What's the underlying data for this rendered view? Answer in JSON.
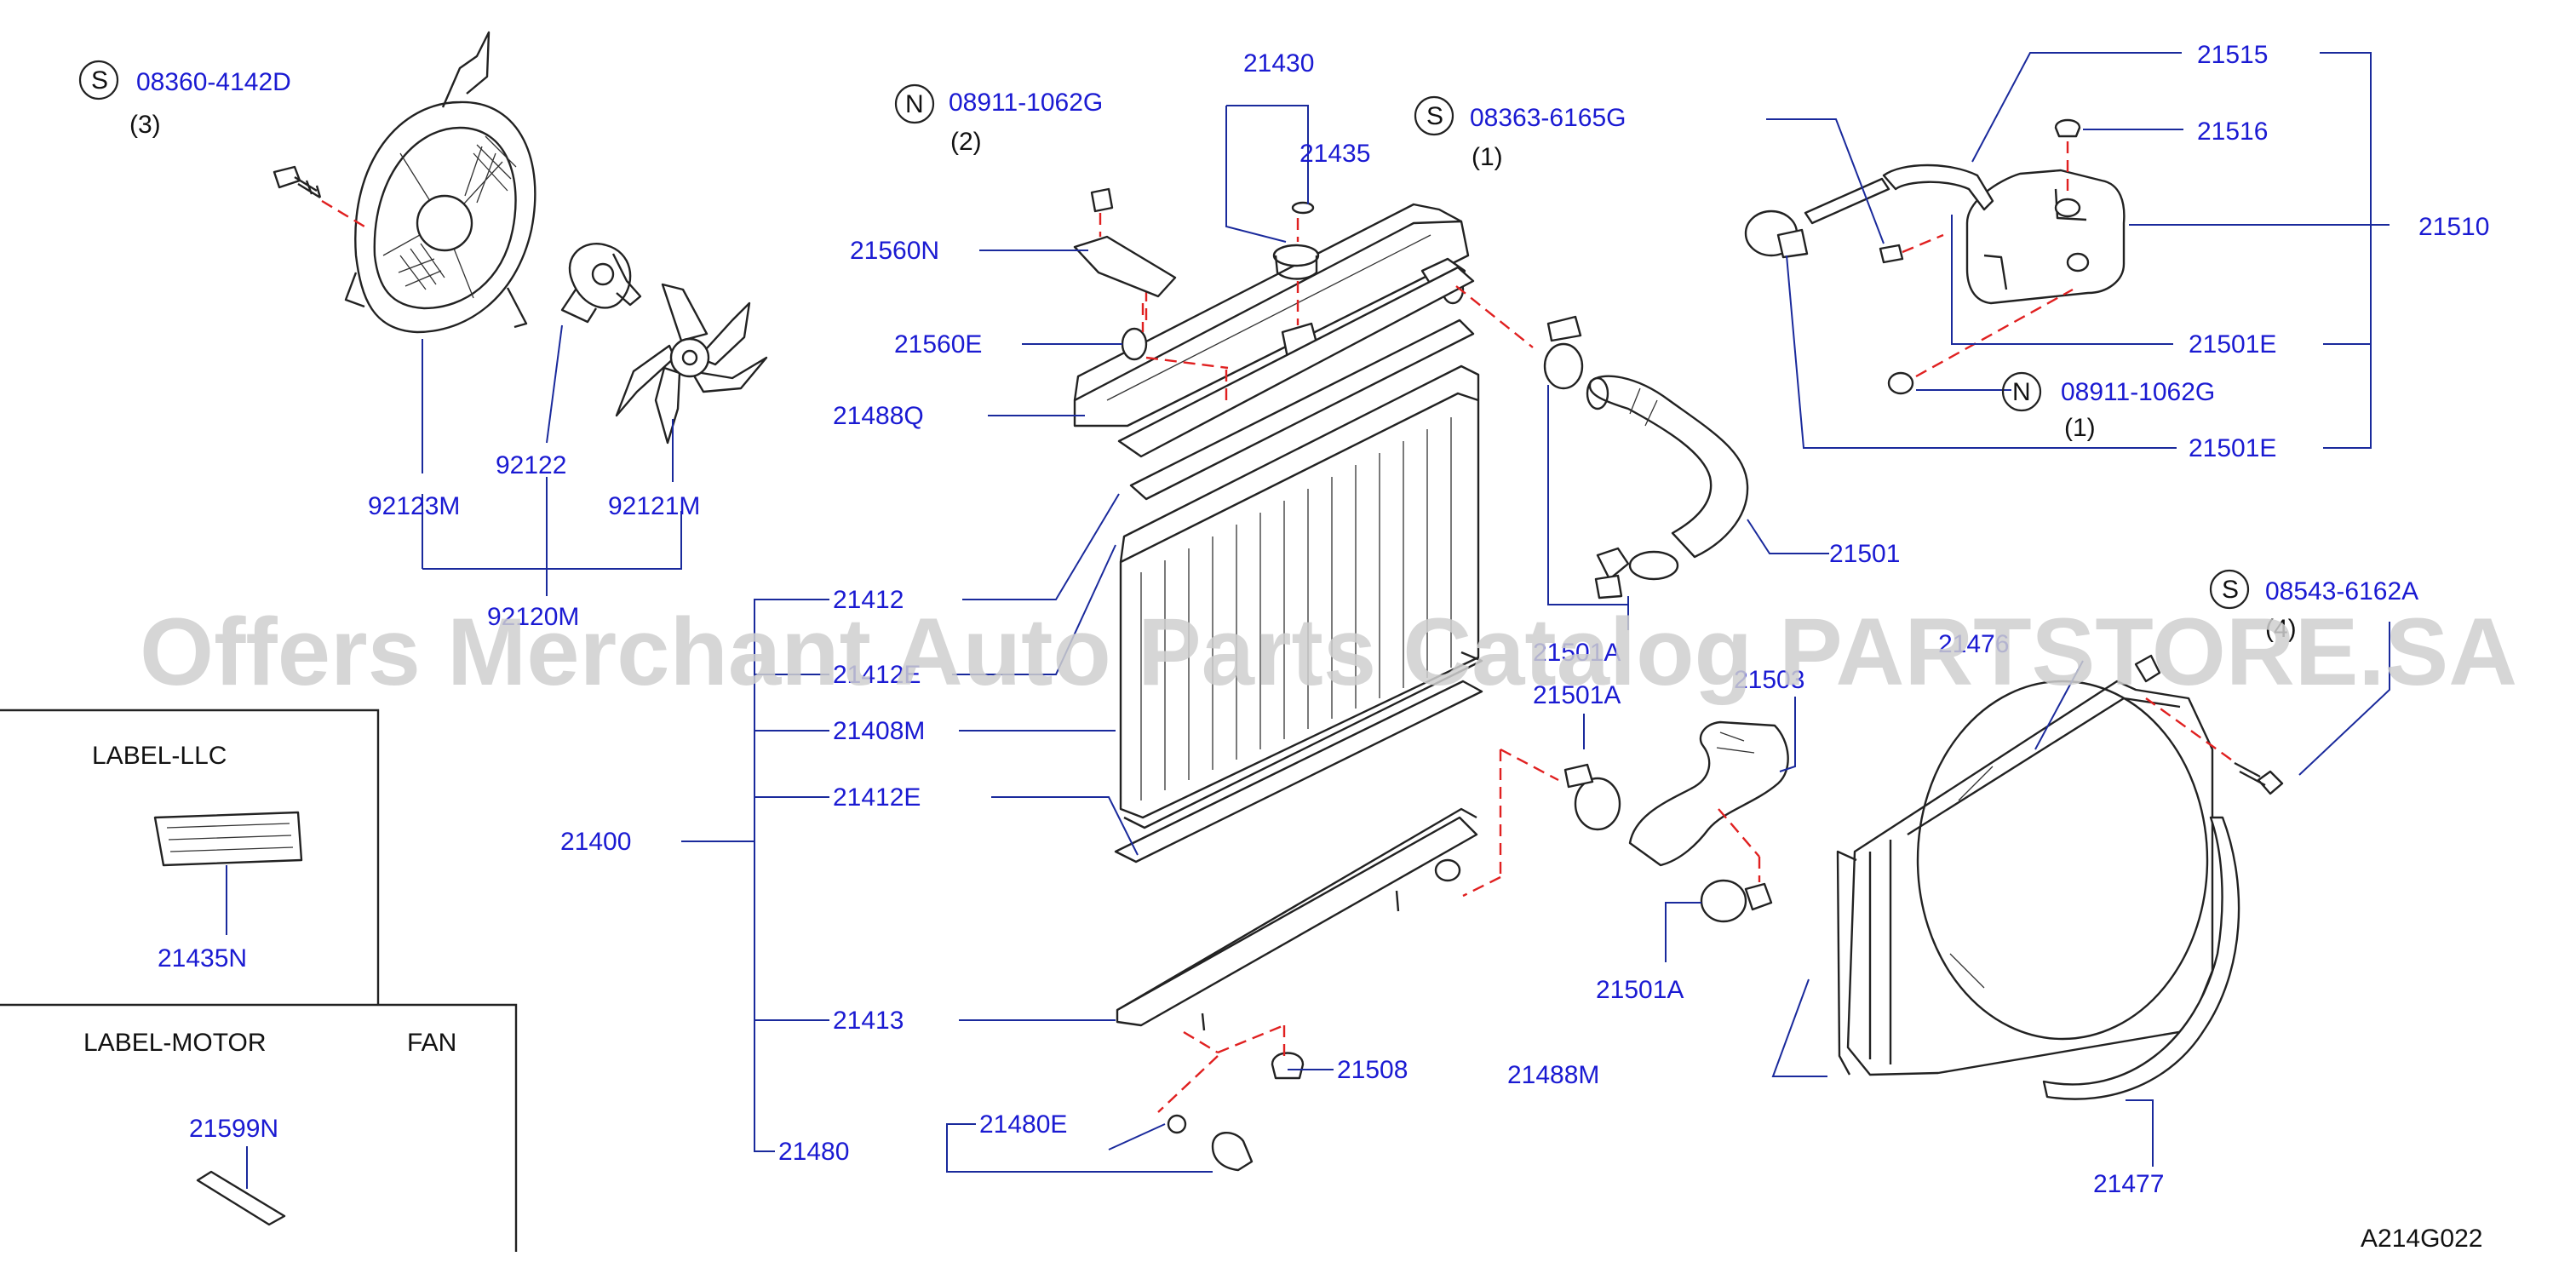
{
  "diagram": {
    "code": "A214G022",
    "watermark": "Offers Merchant Auto Parts Catalog PARTSTORE.SA",
    "labels": {
      "s_08360_4142d": "08360-4142D",
      "q_3": "(3)",
      "n_08911_1062g_a": "08911-1062G",
      "q_2": "(2)",
      "p_21430": "21430",
      "p_21435": "21435",
      "s_08363_6165g": "08363-6165G",
      "q_1a": "(1)",
      "p_21515": "21515",
      "p_21516": "21516",
      "p_21510": "21510",
      "p_21501e_a": "21501E",
      "n_08911_1062g_b": "08911-1062G",
      "q_1b": "(1)",
      "p_21501e_b": "21501E",
      "p_21560n": "21560N",
      "p_21560e": "21560E",
      "p_21488q": "21488Q",
      "p_92122": "92122",
      "p_92123m": "92123M",
      "p_92121m": "92121M",
      "p_92120m": "92120M",
      "p_21412": "21412",
      "p_21412e_a": "21412E",
      "p_21408m": "21408M",
      "p_21412e_b": "21412E",
      "p_21400": "21400",
      "p_21413": "21413",
      "p_21480": "21480",
      "p_21480e": "21480E",
      "p_21508": "21508",
      "p_21501": "21501",
      "p_21501a_top": "21501A",
      "p_21501a_top_b": "21501A",
      "p_21503": "21503",
      "p_21501a_bottom": "21501A",
      "p_21488m": "21488M",
      "p_21476": "21476",
      "s_08543_6162a": "08543-6162A",
      "q_4": "(4)",
      "p_21477": "21477",
      "box_llc_title": "LABEL-LLC",
      "p_21435n": "21435N",
      "box_motor_title": "LABEL-MOTOR",
      "box_fan_title": "FAN",
      "p_21599n": "21599N"
    },
    "symbols": {
      "s": "S",
      "n": "N"
    },
    "colors": {
      "callout": "#1a1ad2",
      "leader": "#1a2a9c",
      "drawing": "#222222",
      "alignment_dash": "#e02020",
      "watermark": "#cfcfcf"
    }
  }
}
